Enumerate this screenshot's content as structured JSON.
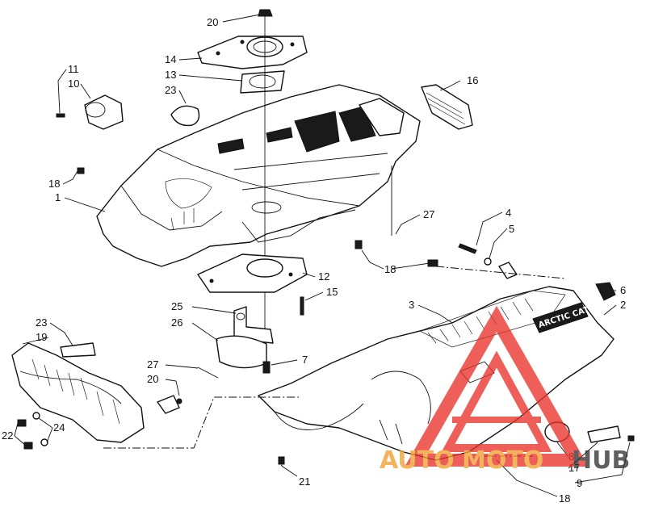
{
  "diagram": {
    "callouts": [
      "20",
      "14",
      "13",
      "23",
      "11",
      "10",
      "16",
      "18",
      "1",
      "27",
      "4",
      "5",
      "18",
      "12",
      "15",
      "6",
      "2",
      "3",
      "25",
      "26",
      "7",
      "23",
      "19",
      "27",
      "20",
      "22",
      "24",
      "21",
      "8",
      "17",
      "9",
      "18"
    ],
    "decal_text": "ARCTIC CAT"
  },
  "watermark": {
    "text_auto": "AUTO",
    "text_moto": "MOTO",
    "text_hub": "HUB",
    "colors": {
      "red": "#e8332a",
      "orange": "#f0a030",
      "gray": "#333333"
    }
  }
}
